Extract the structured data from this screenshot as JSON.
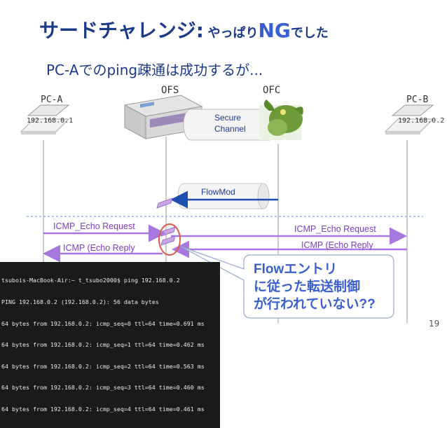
{
  "title": {
    "part1": "サードチャレンジ:",
    "part2": "やっぱり",
    "part3": "NG",
    "part4": "でした"
  },
  "subtitle": "PC-Aでのping疎通は成功するが...",
  "nodes": {
    "pc_a": {
      "label": "PC-A",
      "ip": "192.168.0.1"
    },
    "ofs": {
      "label": "OFS"
    },
    "ofc": {
      "label": "OFC"
    },
    "pc_b": {
      "label": "PC-B",
      "ip": "192.168.0.2"
    }
  },
  "secure_channel": {
    "line1": "Secure",
    "line2": "Channel"
  },
  "messages": {
    "flowmod": "FlowMod",
    "icmp_req_left": "ICMP_Echo Request",
    "icmp_req_right": "ICMP_Echo Request",
    "icmp_rep_right": "ICMP (Echo Reply",
    "icmp_rep_left": "ICMP (Echo Reply"
  },
  "terminal": {
    "lines": [
      "tsubois-MacBook-Air:~ t_tsubo2000$ ping 192.168.0.2",
      "PING 192.168.0.2 (192.168.0.2): 56 data bytes",
      "64 bytes from 192.168.0.2: icmp_seq=0 ttl=64 time=0.691 ms",
      "64 bytes from 192.168.0.2: icmp_seq=1 ttl=64 time=0.462 ms",
      "64 bytes from 192.168.0.2: icmp_seq=2 ttl=64 time=0.563 ms",
      "64 bytes from 192.168.0.2: icmp_seq=3 ttl=64 time=0.460 ms",
      "64 bytes from 192.168.0.2: icmp_seq=4 ttl=64 time=0.461 ms"
    ]
  },
  "callout": {
    "line1": "Flowエントリ",
    "line2": "に従った転送制御",
    "line3": "が行われていない??"
  },
  "page_number": "19",
  "colors": {
    "title": "#1b3b8a",
    "accent": "#3a5fd0",
    "arrow_purple": "#a779e0",
    "flowmod_blue": "#1d4fb0",
    "highlight_red": "#e05a4a"
  }
}
